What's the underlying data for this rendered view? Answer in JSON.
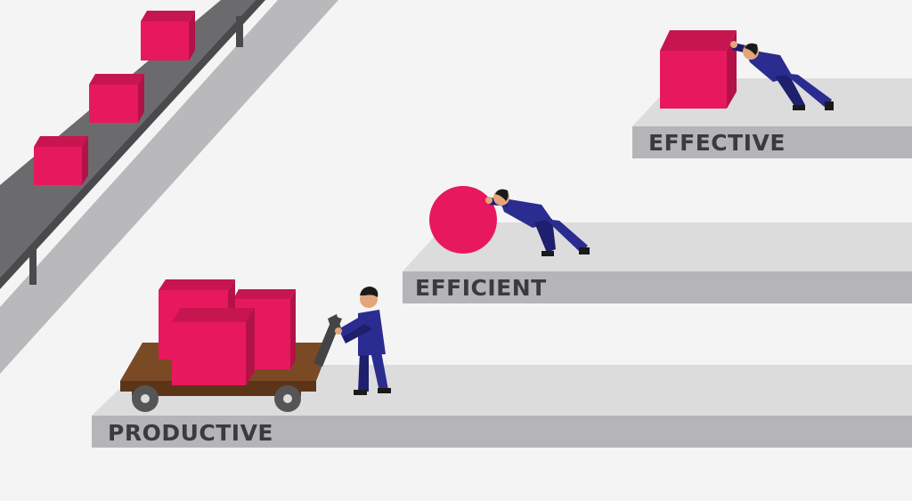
{
  "steps": [
    {
      "label": "PRODUCTIVE"
    },
    {
      "label": "EFFICIENT"
    },
    {
      "label": "EFFECTIVE"
    }
  ],
  "colors": {
    "background": "#f4f4f5",
    "step_top": "#dcdcdd",
    "step_front": "#b5b5b7",
    "label_text": "#3b3b3f",
    "box_main": "#e8185f",
    "box_top": "#c7154f",
    "box_side": "#b31248",
    "ball": "#e8185f",
    "person": "#2b2c8f",
    "person_dark": "#1e1f6d",
    "skin": "#e2a67a",
    "hair": "#1a1a1a",
    "conveyor_belt": "#6b6b6e",
    "conveyor_rail": "#4a4a4d",
    "conveyor_side": "#b9b9bb",
    "cart_deck": "#7a4a24",
    "cart_edge": "#5c3518",
    "wheel": "#555558",
    "handle": "#444447"
  },
  "icons": {
    "conveyor": "conveyor-belt-icon",
    "cart": "hand-truck-icon",
    "ball": "ball-icon",
    "box": "box-icon",
    "worker": "worker-icon"
  }
}
